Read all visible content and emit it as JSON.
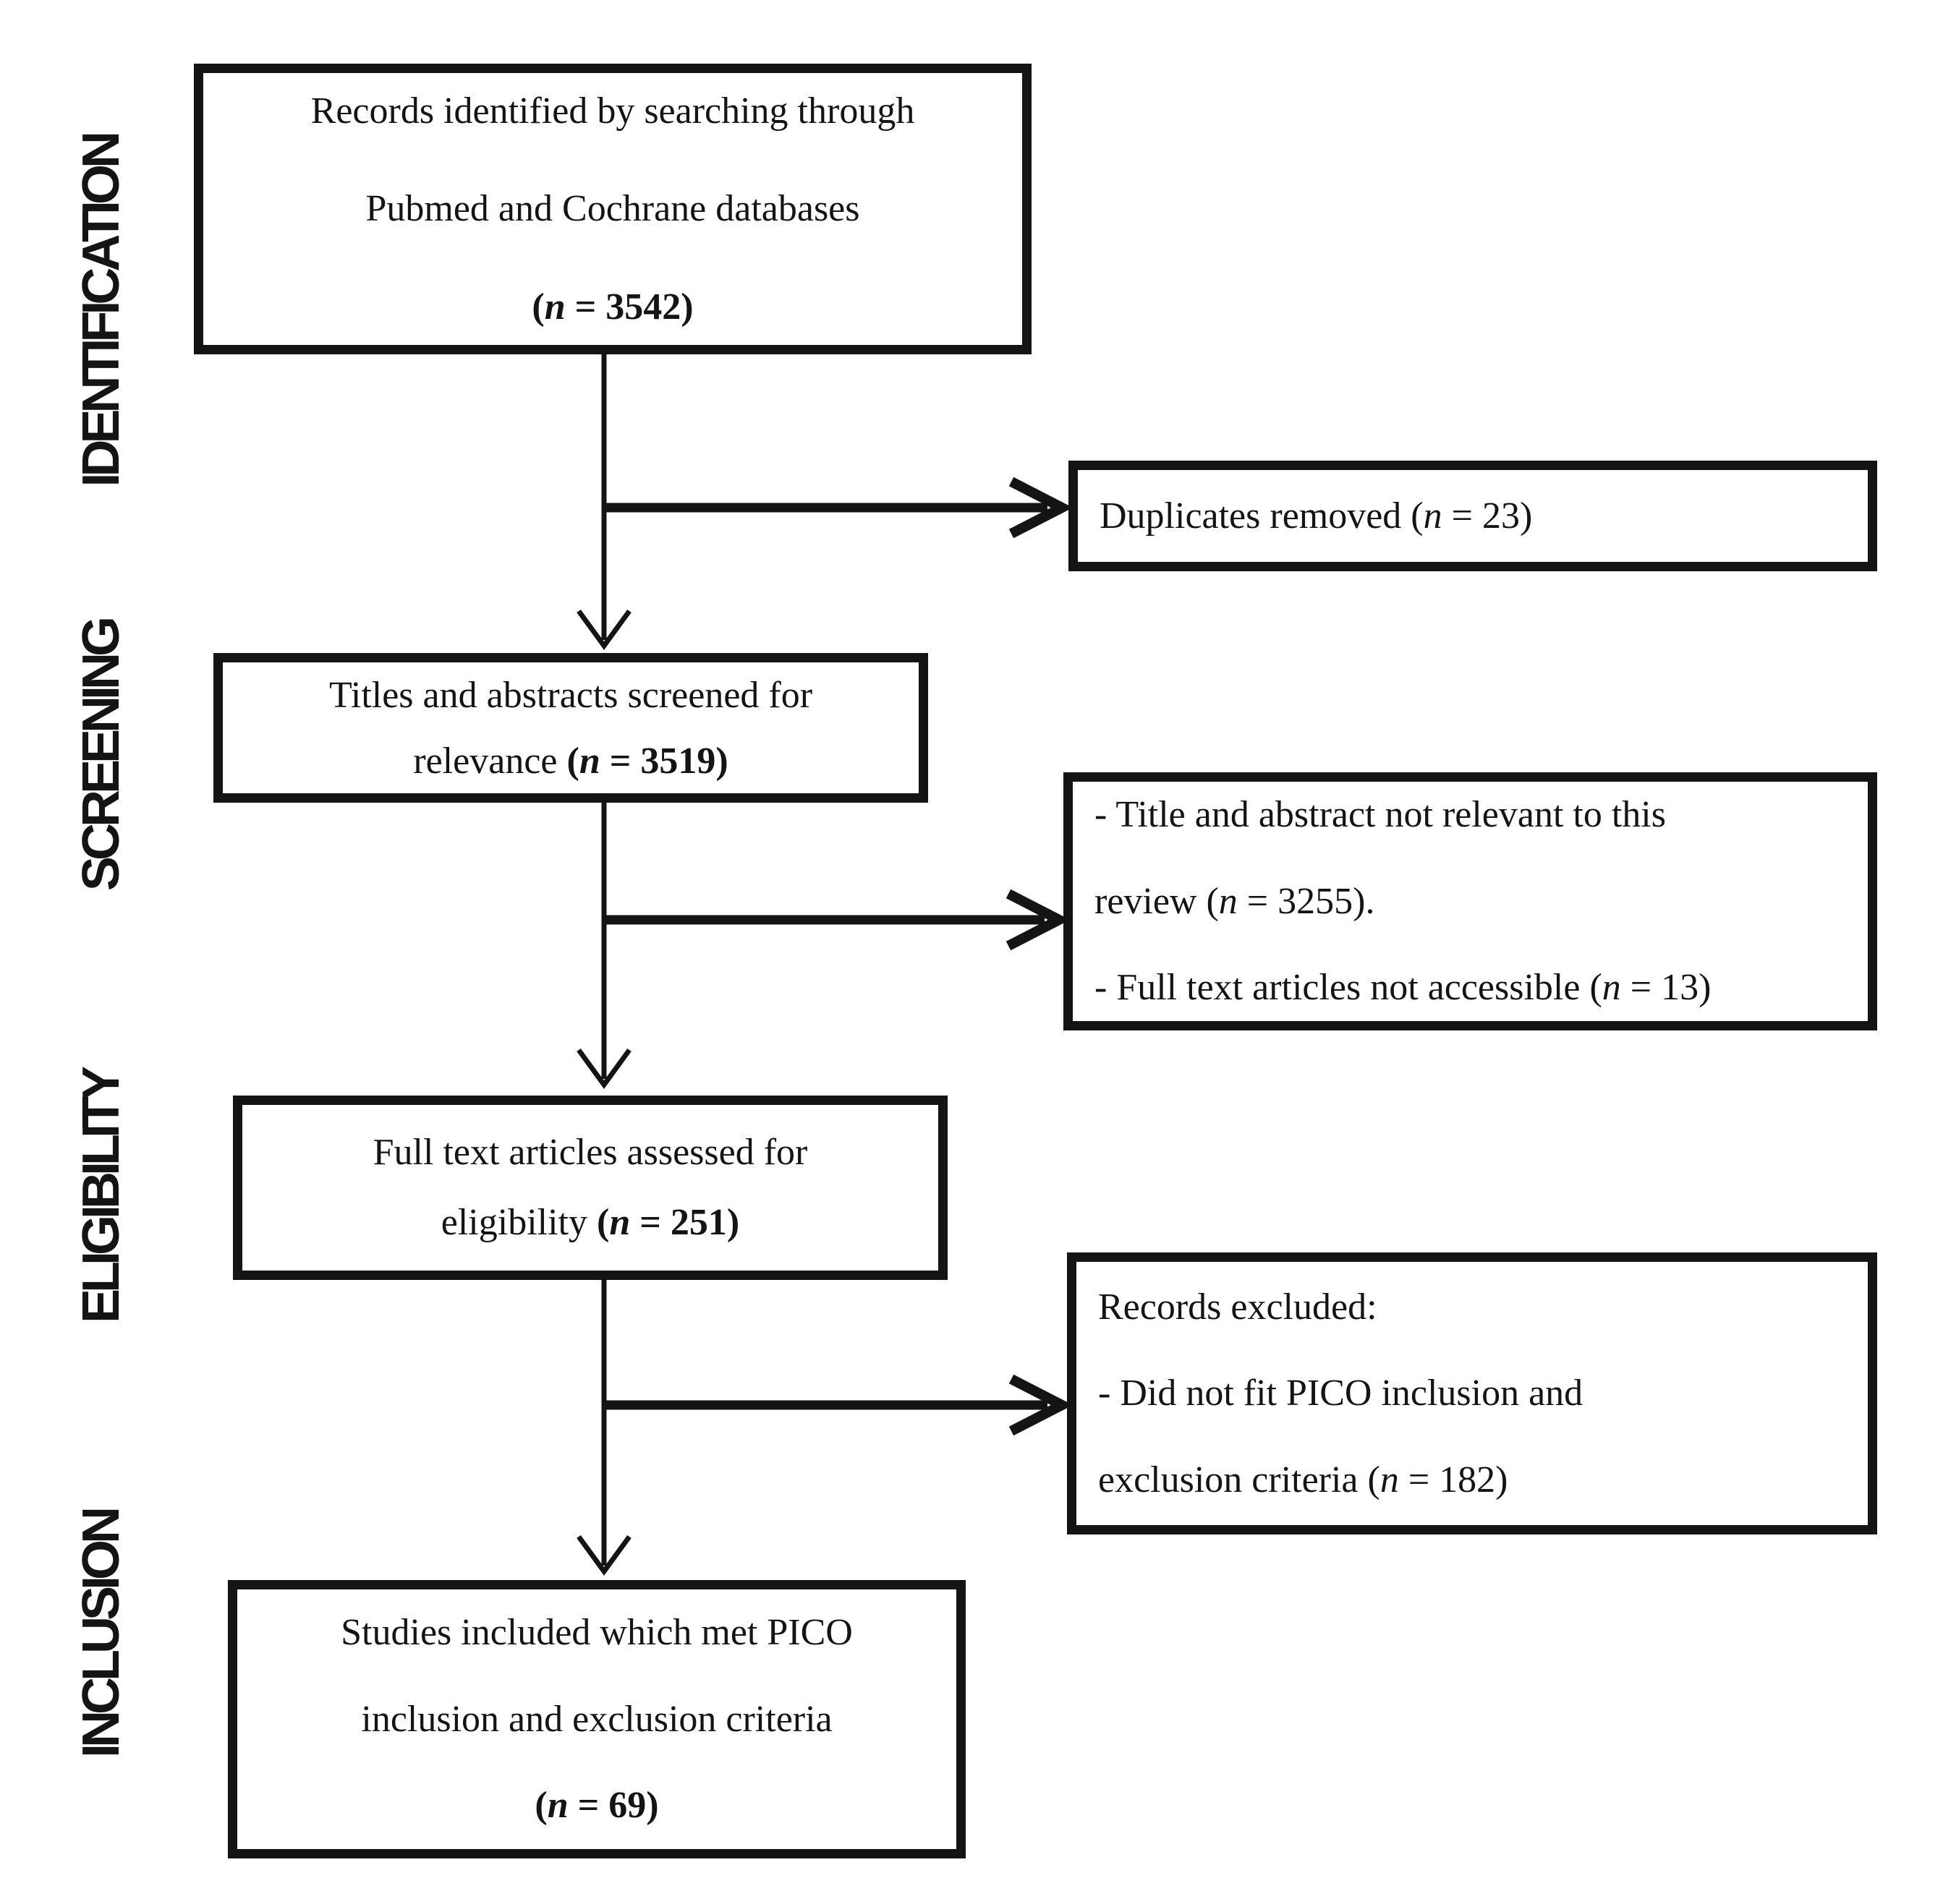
{
  "diagram": {
    "type": "prisma-flowchart",
    "stage_labels": {
      "identification": "IDENTIFICATION",
      "screening": "SCREENING",
      "eligibility": "ELIGIBILITY",
      "inclusion": "INCLUSION"
    },
    "flow_boxes": {
      "identified": {
        "lines": [
          "Records identified by searching through",
          "Pubmed and Cochrane databases"
        ],
        "tail": "",
        "count": "(n = 3542)"
      },
      "screened": {
        "lines": [
          "Titles and abstracts screened for"
        ],
        "tail": "relevance ",
        "count": "(n = 3519)"
      },
      "assessed": {
        "lines": [
          "Full text articles assessed for"
        ],
        "tail": "eligibility ",
        "count": "(n = 251)"
      },
      "included": {
        "lines": [
          "Studies included which met PICO",
          "inclusion and exclusion criteria"
        ],
        "tail": "",
        "count": "(n = 69)"
      }
    },
    "exclusion_boxes": {
      "duplicates": {
        "lines": [
          "Duplicates removed (n = 23)"
        ]
      },
      "screening_excluded": {
        "lines": [
          "- Title and abstract not relevant to this",
          "review (n = 3255).",
          "- Full text articles not accessible (n = 13)"
        ]
      },
      "eligibility_excluded": {
        "lines": [
          "Records excluded:",
          "- Did not fit PICO inclusion and",
          "exclusion criteria (n = 182)"
        ]
      }
    },
    "colors": {
      "ink": "#141414",
      "background": "#ffffff"
    }
  }
}
